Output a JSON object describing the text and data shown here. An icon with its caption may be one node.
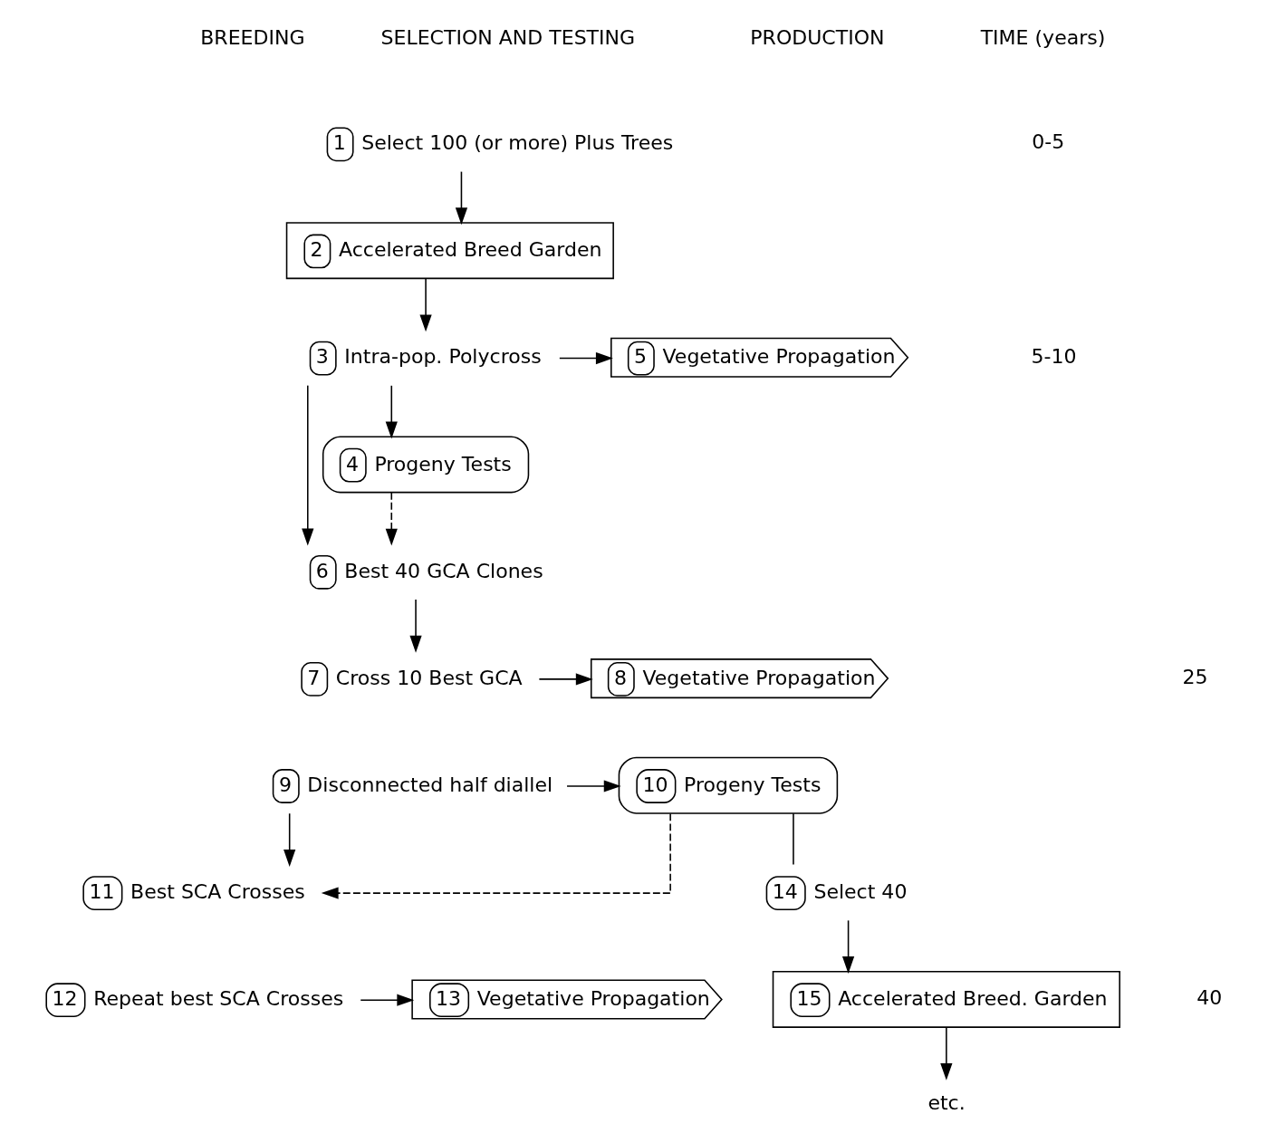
{
  "diagram": {
    "nodes": [
      {
        "text": [
          "1",
          "Select 100 (or more) Plus Trees"
        ]
      },
      {
        "text": [
          "2",
          "Accelerated Breed Garden"
        ]
      },
      {
        "text": [
          "3",
          "Intra-pop. Polycross"
        ]
      },
      {
        "text": [
          "4",
          "Progeny Tests"
        ]
      },
      {
        "text": [
          "5",
          "Vegetative Propagation"
        ]
      },
      {
        "text": [
          "6",
          "Best 40 GCA Clones"
        ]
      },
      {
        "text": [
          "7",
          "Cross 10 Best GCA"
        ]
      },
      {
        "text": [
          "8",
          "Vegetative Propagation"
        ]
      },
      {
        "text": [
          "9",
          "Disconnected half diallel"
        ]
      },
      {
        "text": [
          "10",
          "Progeny Tests"
        ]
      },
      {
        "text": [
          "11",
          "Best SCA Crosses"
        ]
      },
      {
        "text": [
          "12",
          "Repeat best SCA Crosses"
        ]
      },
      {
        "text": [
          "13",
          "Vegetative Propagation"
        ]
      },
      {
        "text": [
          "14",
          "Select 40"
        ]
      },
      {
        "text": [
          "15",
          "Accelerated Breed. Garden"
        ]
      },
      {
        "text": [
          "etc."
        ]
      }
    ],
    "edges": [
      {
        "from": 0,
        "to": 1,
        "arrow": "to"
      },
      {
        "from": 1,
        "to": 2,
        "arrow": "to"
      },
      {
        "from": 2,
        "to": 4,
        "arrow": "to"
      },
      {
        "from": 2,
        "to": 3,
        "arrow": "to"
      },
      {
        "from": 2,
        "to": 5,
        "arrow": "to"
      },
      {
        "from": 3,
        "to": 5,
        "arrow": "to",
        "style": "dashed"
      },
      {
        "from": 5,
        "to": 6,
        "arrow": "to"
      },
      {
        "from": 6,
        "to": 7,
        "arrow": "to"
      },
      {
        "from": 8,
        "to": 9,
        "arrow": "to"
      },
      {
        "from": 8,
        "to": 10,
        "arrow": "to"
      },
      {
        "from": 9,
        "to": 10,
        "arrow": "to",
        "style": "dashed"
      },
      {
        "from": 11,
        "to": 12,
        "arrow": "to"
      },
      {
        "from": 9,
        "to": 13,
        "arrow": "none"
      },
      {
        "from": 13,
        "to": 14,
        "arrow": "to"
      },
      {
        "from": 14,
        "to": 15,
        "arrow": "to"
      }
    ],
    "labels": [
      "BREEDING",
      "SELECTION AND TESTING",
      "PRODUCTION",
      "TIME (years)",
      "0-5",
      "5-10",
      "25",
      "40"
    ]
  }
}
